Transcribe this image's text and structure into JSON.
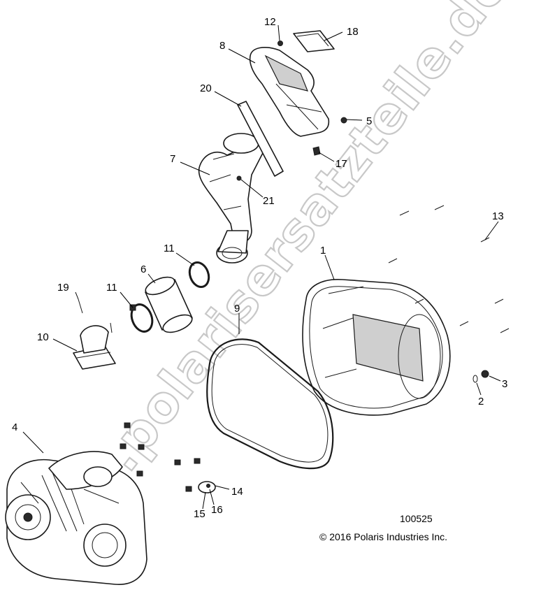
{
  "watermark": "www.polarisersatzteile.de",
  "drawing_number": "100525",
  "copyright": "© 2016 Polaris Industries Inc.",
  "callouts": [
    {
      "id": "c1",
      "label": "1"
    },
    {
      "id": "c2",
      "label": "2"
    },
    {
      "id": "c3",
      "label": "3"
    },
    {
      "id": "c4",
      "label": "4"
    },
    {
      "id": "c5",
      "label": "5"
    },
    {
      "id": "c6",
      "label": "6"
    },
    {
      "id": "c7",
      "label": "7"
    },
    {
      "id": "c8",
      "label": "8"
    },
    {
      "id": "c9",
      "label": "9"
    },
    {
      "id": "c10",
      "label": "10"
    },
    {
      "id": "c11a",
      "label": "11"
    },
    {
      "id": "c11b",
      "label": "11"
    },
    {
      "id": "c12",
      "label": "12"
    },
    {
      "id": "c13",
      "label": "13"
    },
    {
      "id": "c14",
      "label": "14"
    },
    {
      "id": "c15",
      "label": "15"
    },
    {
      "id": "c16",
      "label": "16"
    },
    {
      "id": "c17",
      "label": "17"
    },
    {
      "id": "c18",
      "label": "18"
    },
    {
      "id": "c19",
      "label": "19"
    },
    {
      "id": "c20",
      "label": "20"
    },
    {
      "id": "c21",
      "label": "21"
    }
  ]
}
